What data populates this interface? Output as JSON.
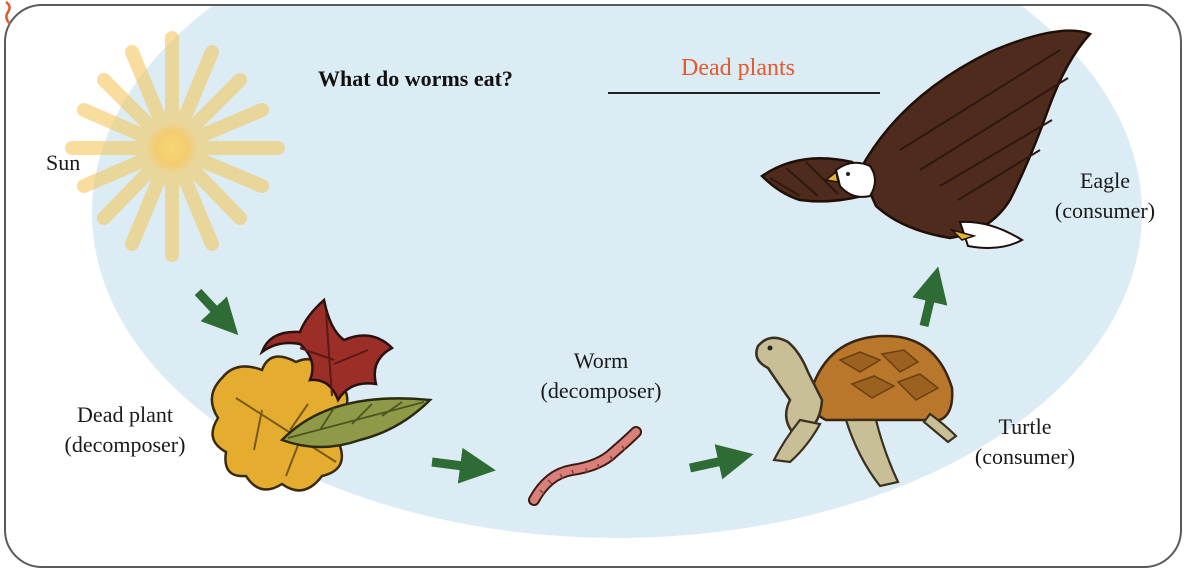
{
  "question": {
    "prompt": "What do worms eat?",
    "answer": "Dead plants"
  },
  "labels": {
    "sun": "Sun",
    "eagle_name": "Eagle",
    "eagle_role": "(consumer)",
    "worm_name": "Worm",
    "worm_role": "(decomposer)",
    "dead_plant_name": "Dead plant",
    "dead_plant_role": "(decomposer)",
    "turtle_name": "Turtle",
    "turtle_role": "(consumer)"
  },
  "icons": [
    "sun-icon",
    "dead-leaves-icon",
    "worm-icon",
    "turtle-icon",
    "eagle-icon",
    "arrow-icon"
  ],
  "colors": {
    "answer": "#e4582e",
    "background_ellipse": "#dcecf4",
    "arrow": "#2f6b34",
    "sun": "#f6c85a"
  }
}
